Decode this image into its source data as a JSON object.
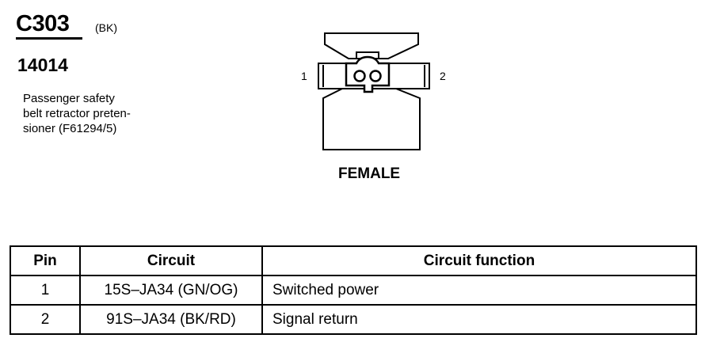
{
  "header": {
    "connector_id": "C303",
    "color_code": "(BK)",
    "part_number": "14014",
    "description_lines": [
      "Passenger safety",
      "belt retractor preten-",
      "sioner (F61294/5)"
    ]
  },
  "diagram": {
    "pin_left_label": "1",
    "pin_right_label": "2",
    "gender_label": "FEMALE"
  },
  "table": {
    "headers": [
      "Pin",
      "Circuit",
      "Circuit function"
    ],
    "rows": [
      {
        "pin": "1",
        "circuit": "15S–JA34 (GN/OG)",
        "function": "Switched power"
      },
      {
        "pin": "2",
        "circuit": "91S–JA34 (BK/RD)",
        "function": "Signal return"
      }
    ]
  }
}
